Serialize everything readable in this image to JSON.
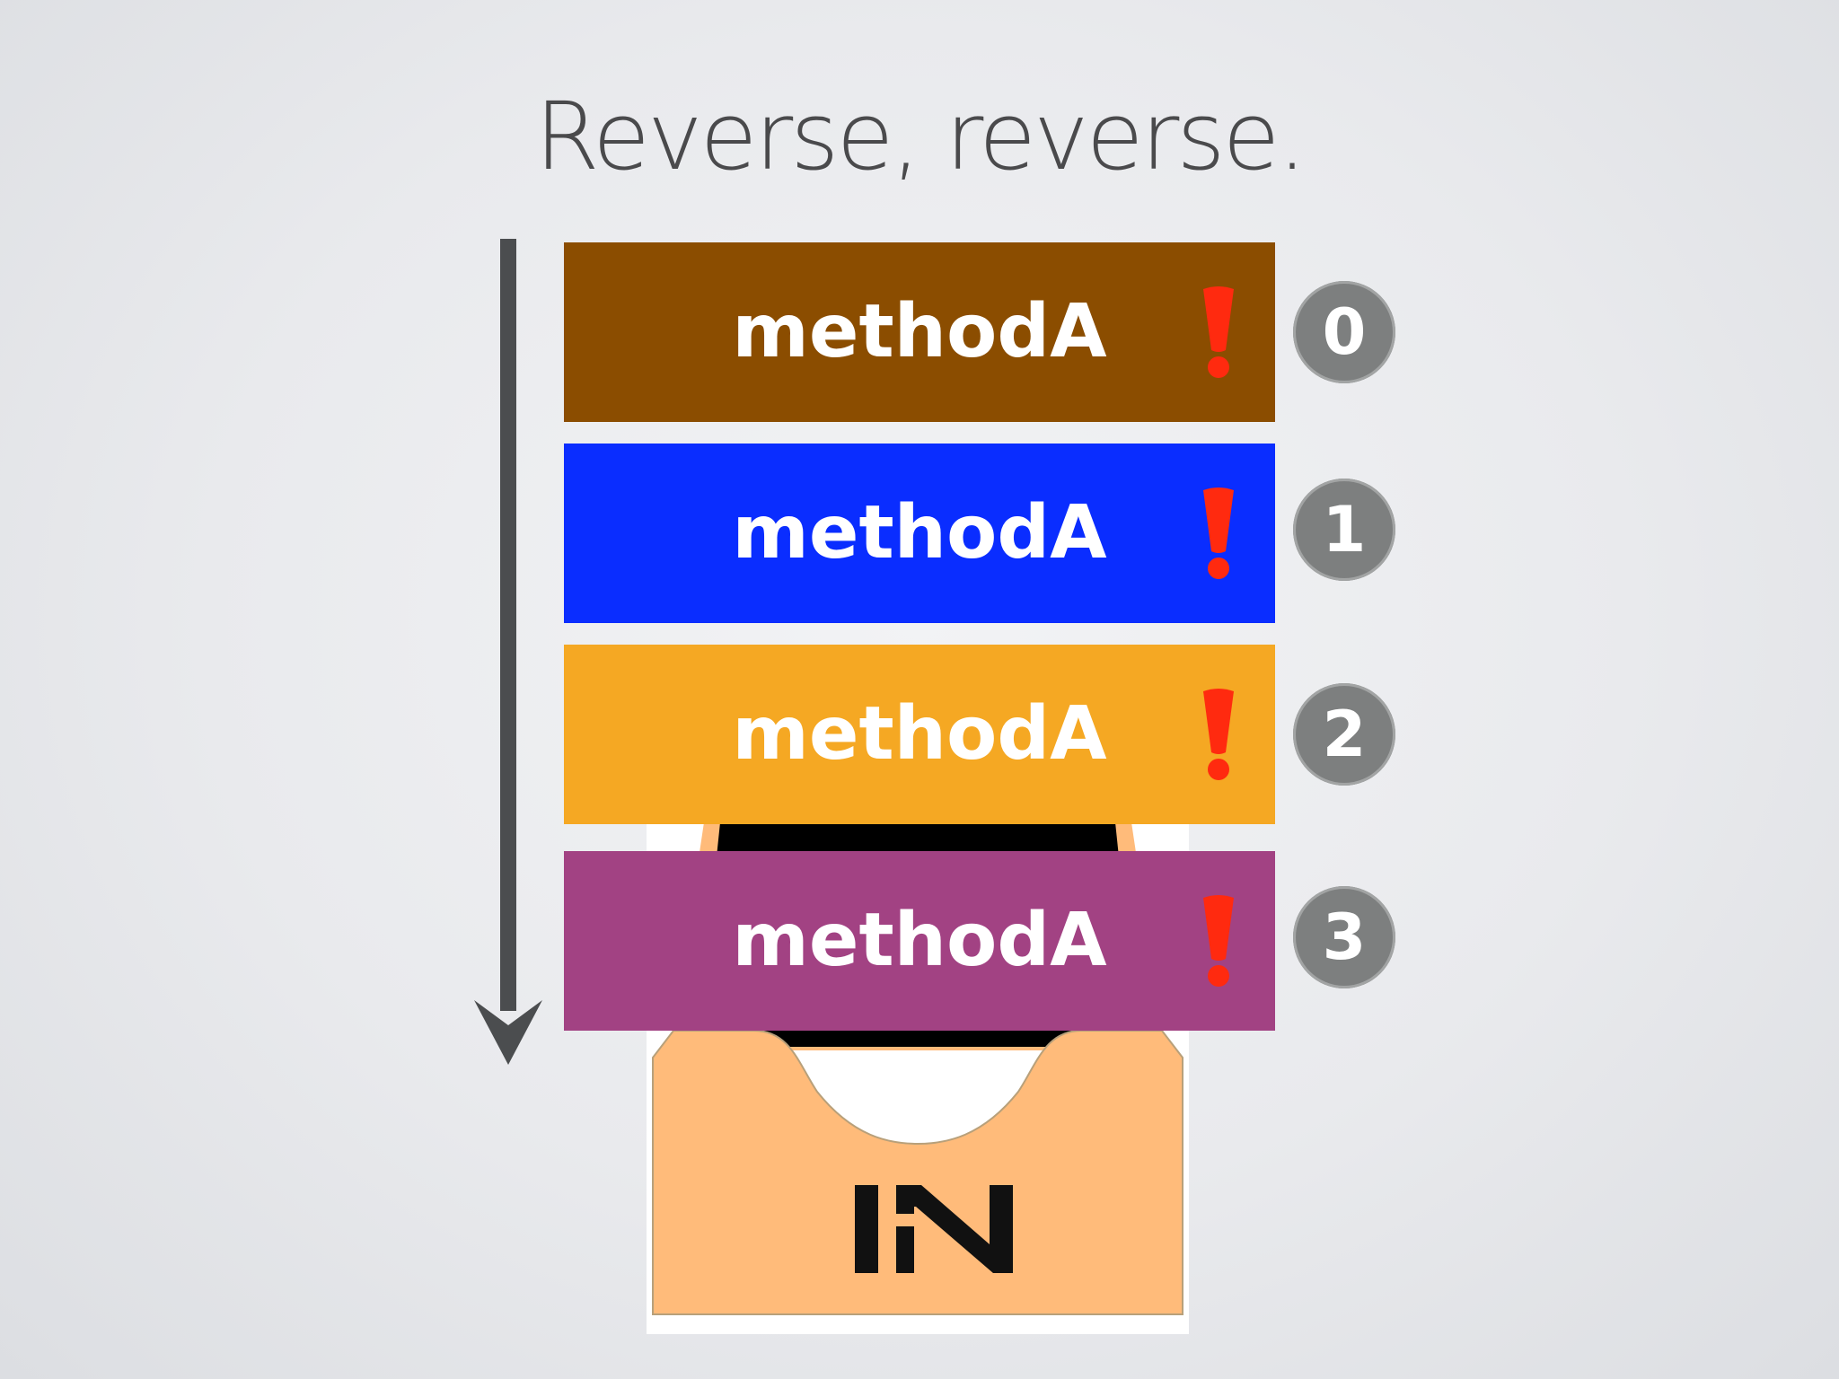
{
  "slide": {
    "title": "Reverse, reverse."
  },
  "blocks": [
    {
      "label": "methodA",
      "color": "#8b4d00",
      "index_label": "0"
    },
    {
      "label": "methodA",
      "color": "#0a2dff",
      "index_label": "1"
    },
    {
      "label": "methodA",
      "color": "#f5a823",
      "index_label": "2"
    },
    {
      "label": "methodA",
      "color": "#a24283",
      "index_label": "3"
    }
  ],
  "inbox": {
    "label": "IN",
    "color": "#ffbb7a"
  },
  "colors": {
    "exclamation": "#ff2a0f",
    "arrow": "#4b4d4f",
    "badge": "#7d7f7f",
    "title": "#4a4a4c"
  },
  "icons": {
    "arrow": "down-arrow-icon",
    "warning": "exclamation-icon",
    "tray": "inbox-tray-icon"
  }
}
